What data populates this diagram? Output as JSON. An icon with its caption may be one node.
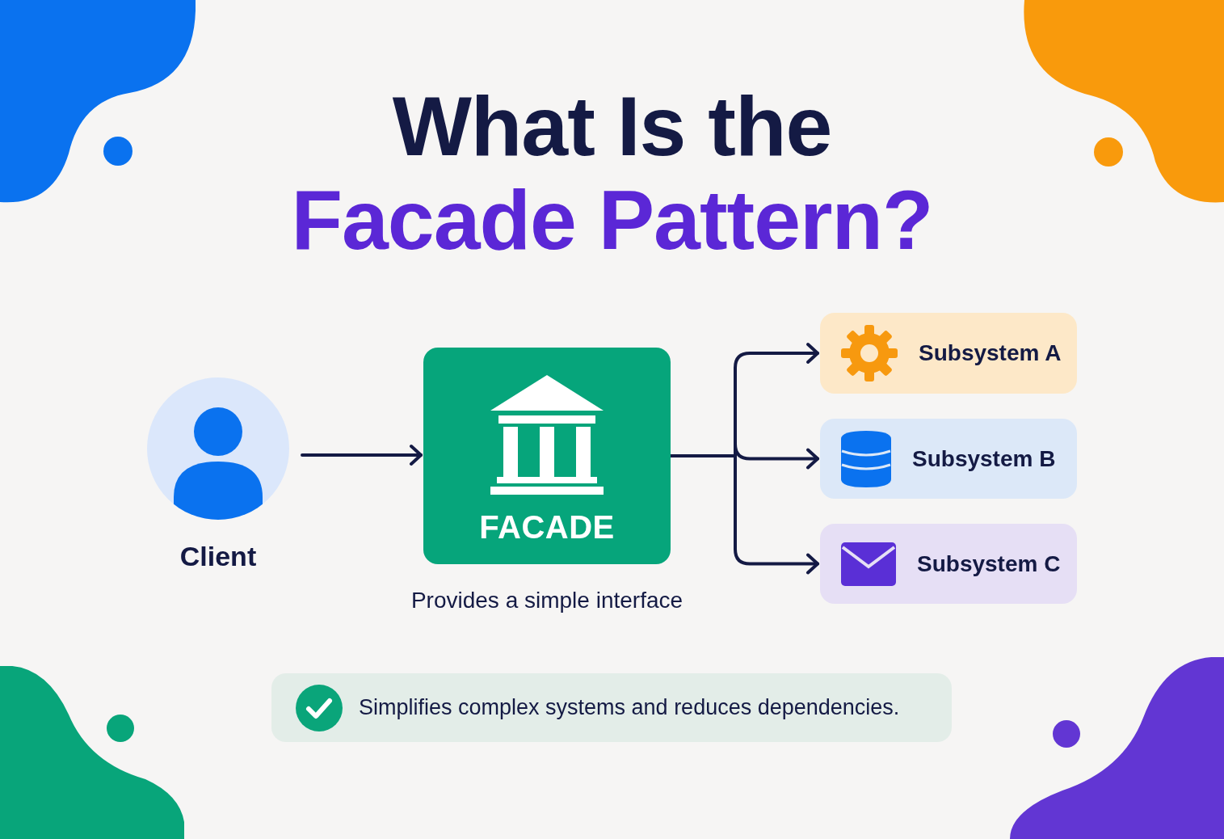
{
  "diagram": {
    "title": "What Is the Facade Pattern?",
    "nodes": [
      {
        "text": [
          "Client"
        ]
      },
      {
        "text": [
          "FACADE"
        ],
        "beside": [
          "Provides a simple interface"
        ]
      },
      {
        "text": [
          "Subsystem A"
        ]
      },
      {
        "text": [
          "Subsystem B"
        ]
      },
      {
        "text": [
          "Subsystem C"
        ]
      },
      {
        "text": [
          "Simplifies complex systems and reduces dependencies."
        ]
      }
    ],
    "edges": [
      {
        "from": 0,
        "to": 1,
        "arrow": "to"
      },
      {
        "from": 1,
        "to": 2,
        "arrow": "to"
      },
      {
        "from": 1,
        "to": 3,
        "arrow": "to"
      },
      {
        "from": 1,
        "to": 4,
        "arrow": "to"
      }
    ]
  }
}
